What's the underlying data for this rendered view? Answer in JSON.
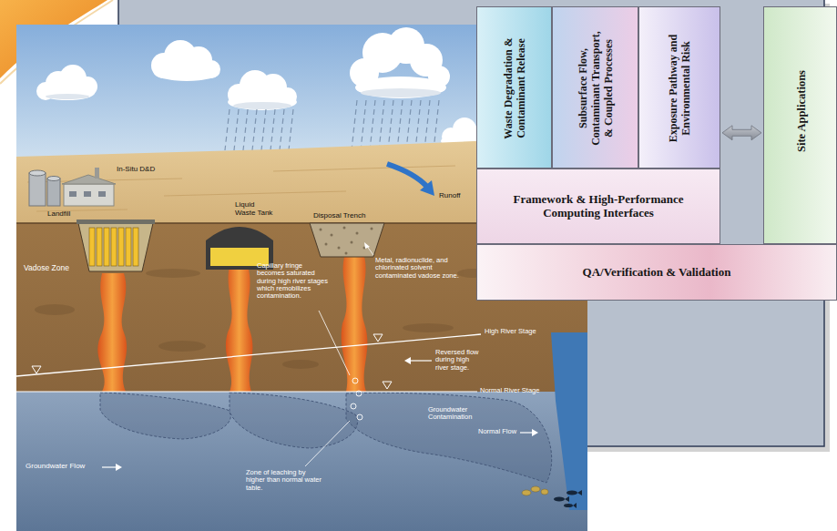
{
  "diagram": {
    "nodes": [
      {
        "text": [
          "Waste Degradation & Contaminant Release"
        ]
      },
      {
        "text": [
          "Subsurface Flow, Contaminant Transport, & Coupled Processes"
        ]
      },
      {
        "text": [
          "Exposure Pathway and Environmental Risk"
        ]
      },
      {
        "text": [
          "Site Applications"
        ]
      },
      {
        "text": [
          "Framework & High-Performance Computing Interfaces"
        ]
      },
      {
        "text": [
          "QA/Verification & Validation"
        ]
      }
    ],
    "edges": [
      {
        "from": 2,
        "to": 3,
        "arrow": "both"
      }
    ],
    "labels": [
      "In-Situ D&D",
      "Landfill",
      "Liquid Waste Tank",
      "Disposal Trench",
      "Runoff",
      "Vadose Zone",
      "Capillary fringe becomes saturated during high river stages which remobilizes contamination.",
      "Metal, radionuclide, and chlorinated solvent contaminated vadose zone.",
      "High River Stage",
      "Reversed flow during high river stage.",
      "Normal River Stage",
      "Groundwater Contamination",
      "Normal Flow",
      "Groundwater Flow",
      "Zone of leaching by higher than normal water table."
    ]
  }
}
